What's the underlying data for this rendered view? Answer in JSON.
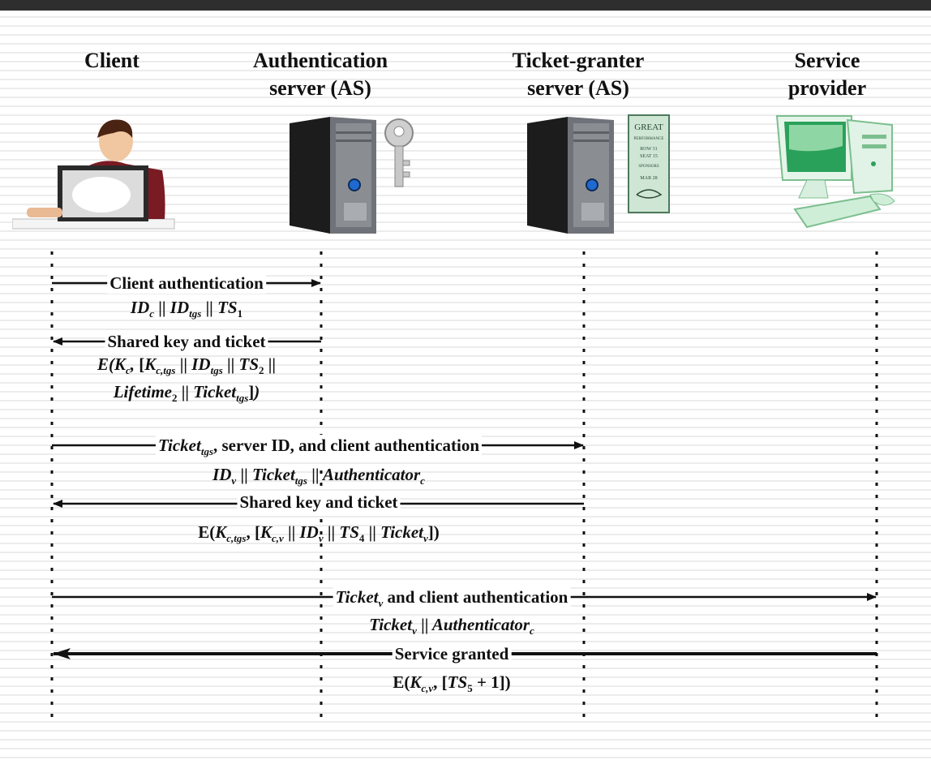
{
  "participants": [
    {
      "id": "client",
      "line1": "Client",
      "line2": ""
    },
    {
      "id": "as",
      "line1": "Authentication",
      "line2": "server (AS)"
    },
    {
      "id": "tgs",
      "line1": "Ticket-granter",
      "line2": "server (AS)"
    },
    {
      "id": "sp",
      "line1": "Service",
      "line2": "provider"
    }
  ],
  "ticket_text": [
    "GREAT",
    "PERFORMANCE",
    "ROW 31",
    "SEAT 15",
    "SPONSORS",
    "MAR 28"
  ],
  "messages": [
    {
      "label": "Client authentication"
    },
    {
      "label": "Shared key and ticket"
    },
    {
      "label_suffix": ", server ID, and client authentication"
    },
    {
      "label": "Shared key and ticket"
    },
    {
      "label_suffix": " and client authentication"
    },
    {
      "label": "Service granted"
    }
  ],
  "colors": {
    "line": "#111111",
    "bar": "#2e2e2e",
    "stripe": "#ececec",
    "ticket": "#cfe6d5"
  }
}
